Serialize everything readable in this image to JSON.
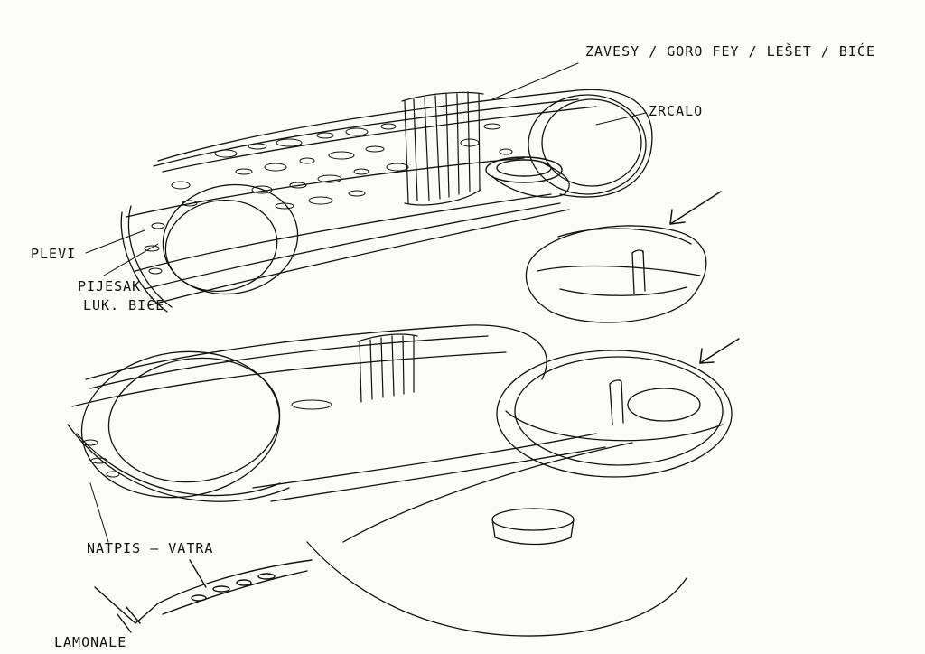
{
  "annotations": {
    "label_top_right_1": "ZAVESY / GORO FEY / LEŠET / BIĆE",
    "label_top_right_2": "ZRCALO",
    "label_left_1": "PLEVI",
    "label_left_2": "PIJESAK",
    "label_left_3": "LUK. BIĆE",
    "label_bottom_1": "NATPIS — VATRA",
    "label_bottom_2": "LAMONALE"
  },
  "colors": {
    "ink": "#111111",
    "paper": "#fbfbfa"
  }
}
